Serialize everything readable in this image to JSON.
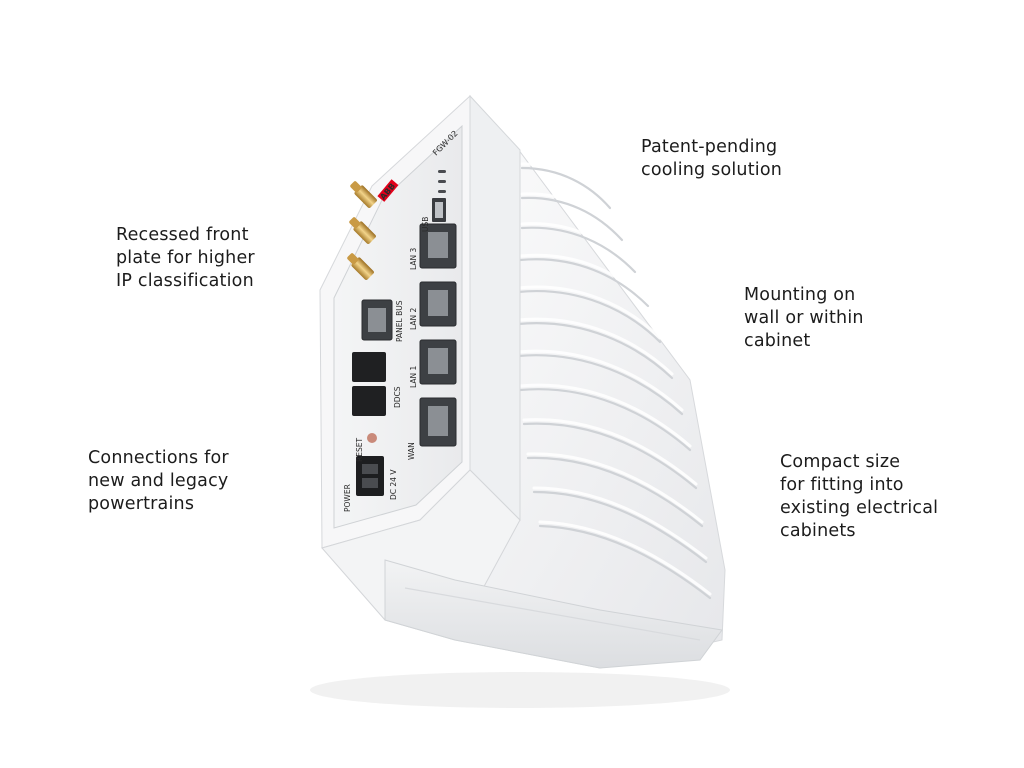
{
  "callouts": {
    "cooling": [
      "Patent-pending",
      "cooling solution"
    ],
    "front": [
      "Recessed front",
      "plate for higher",
      "IP classification"
    ],
    "mounting": [
      "Mounting on",
      "wall or within",
      "cabinet"
    ],
    "connections": [
      "Connections for",
      "new and legacy",
      "powertrains"
    ],
    "compact": [
      "Compact size",
      "for fitting into",
      "existing electrical",
      "cabinets"
    ]
  },
  "device": {
    "model_label": "FGW-02",
    "brand": "ABB",
    "port_labels": {
      "usb": "USB",
      "lan3": "LAN 3",
      "lan2": "LAN 2",
      "lan1": "LAN 1",
      "wan": "WAN",
      "panel_bus": "PANEL BUS",
      "ddcs": "DDCS",
      "power": "POWER",
      "reset": "RESET",
      "dc": "DC 24 V"
    }
  }
}
